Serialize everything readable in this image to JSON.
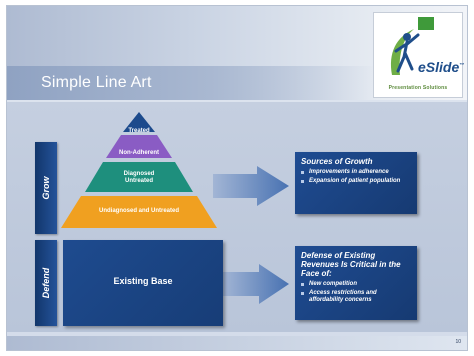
{
  "slide": {
    "title": "Simple Line Art",
    "page_number": "10"
  },
  "logo": {
    "word": "eSlide",
    "trademark": "™",
    "subtitle": "Presentation Solutions"
  },
  "sidebar": {
    "grow_label": "Grow",
    "defend_label": "Defend"
  },
  "pyramid": {
    "tiers": [
      {
        "label": "Treated",
        "color": "#1c4a8c"
      },
      {
        "label": "Non-Adherent",
        "color": "#8a5cc4"
      },
      {
        "label": "Diagnosed",
        "label2": "Untreated",
        "color": "#1e8f7d"
      },
      {
        "label": "Undiagnosed and Untreated",
        "color": "#f0a020"
      }
    ],
    "base_label": "Existing Base"
  },
  "growth_box": {
    "title": "Sources of Growth",
    "items": [
      "Improvements in adherence",
      "Expansion of patient population"
    ]
  },
  "defense_box": {
    "title": "Defense of Existing Revenues Is Critical in the Face of:",
    "items": [
      "New competition",
      "Access restrictions and affordability concerns"
    ]
  },
  "colors": {
    "navy": "#1c4a8c",
    "accent_green": "#5b8a3a",
    "arrow": "#3b68ad"
  }
}
